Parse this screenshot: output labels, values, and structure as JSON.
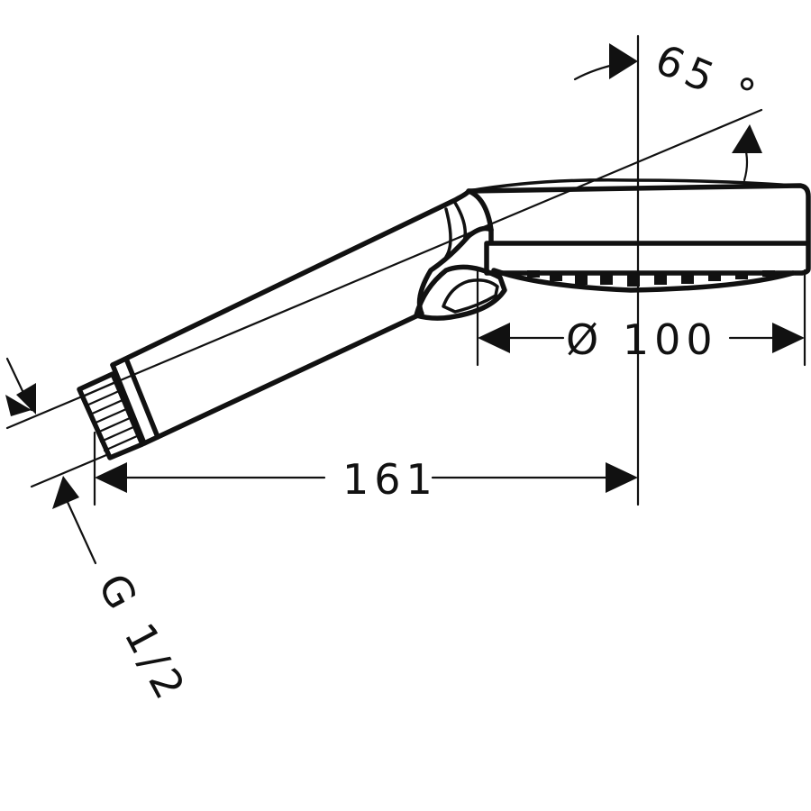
{
  "drawing": {
    "angle_label": "65 °",
    "diameter_label": "Ø 100",
    "length_label": "161",
    "thread_label": "G 1/2"
  },
  "colors": {
    "ink": "#111111",
    "background": "#ffffff"
  }
}
